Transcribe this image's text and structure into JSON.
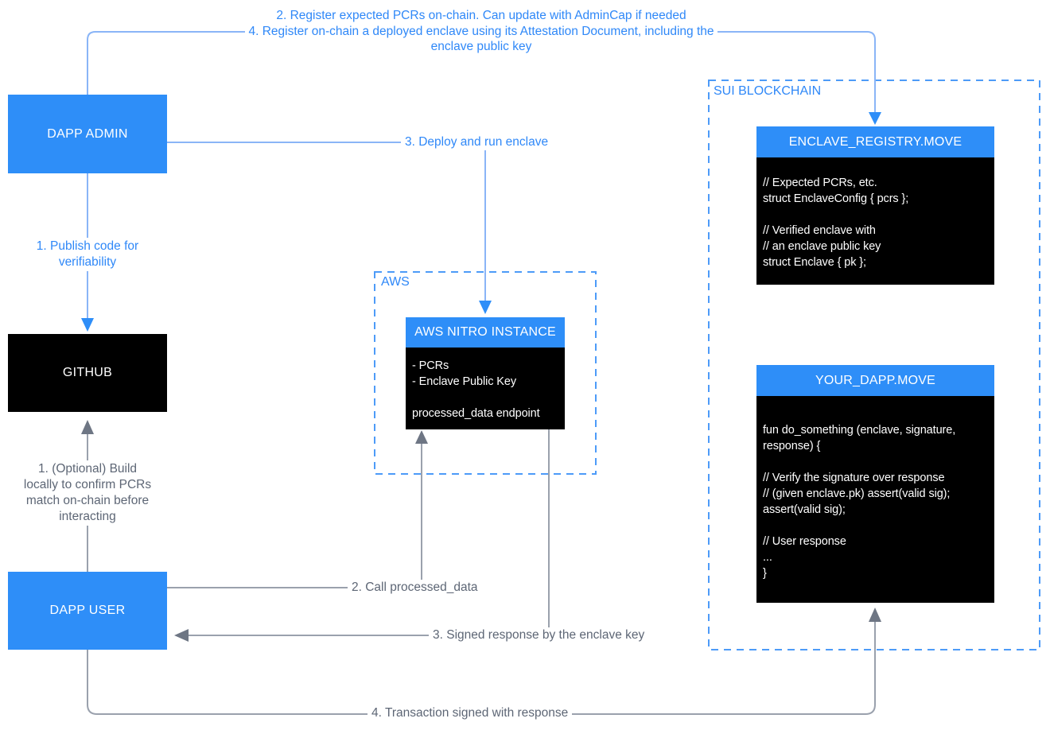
{
  "colors": {
    "accent_blue": "#2e8ef8",
    "connector_blue": "#8ab5f7",
    "dashed_border_blue": "#4d9bf8",
    "blue_text": "#2f88f8",
    "gray_text": "#5d6675",
    "connector_gray": "#9aa1ad",
    "arrow_gray": "#6e7684",
    "box_black": "#000000"
  },
  "nodes": {
    "dapp_admin": "DAPP ADMIN",
    "github": "GITHUB",
    "dapp_user": "DAPP USER"
  },
  "aws_group": {
    "label": "AWS",
    "nitro_instance": {
      "title": "AWS NITRO INSTANCE",
      "body_lines": [
        "- PCRs",
        "- Enclave Public Key",
        "",
        "processed_data endpoint"
      ]
    }
  },
  "sui_group": {
    "label": "SUI BLOCKCHAIN",
    "enclave_registry": {
      "title": "ENCLAVE_REGISTRY.MOVE",
      "code_lines": [
        "// Expected PCRs, etc.",
        "struct EnclaveConfig { pcrs };",
        "",
        "// Verified enclave with",
        "// an enclave public key",
        "struct Enclave { pk };"
      ]
    },
    "your_dapp": {
      "title": "YOUR_DAPP.MOVE",
      "code_lines": [
        "fun do_something (enclave, signature,",
        "response) {",
        "",
        "// Verify the signature over response",
        "// (given enclave.pk) assert(valid sig);",
        "assert(valid sig);",
        "",
        "// User response",
        "...",
        "}"
      ]
    }
  },
  "edge_labels": {
    "register_top_line1": "2. Register expected PCRs on-chain. Can update with AdminCap if needed",
    "register_top_line2": "4. Register on-chain a deployed enclave using its Attestation Document, including the",
    "register_top_line3": "enclave public key",
    "publish_lines": [
      "1. Publish code for",
      "verifiability"
    ],
    "deploy": "3. Deploy and run enclave",
    "optional_build_lines": [
      "1. (Optional) Build",
      "locally to confirm PCRs",
      "match on-chain before",
      "interacting"
    ],
    "call": "2. Call processed_data",
    "signed_response": "3. Signed response by the enclave key",
    "transaction": "4. Transaction signed with response"
  }
}
